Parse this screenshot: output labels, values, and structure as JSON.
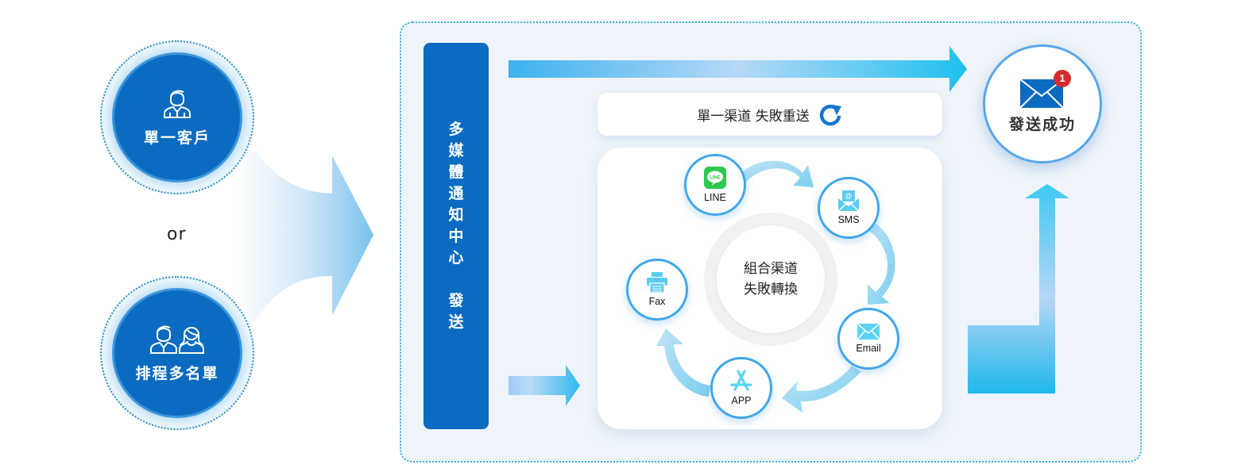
{
  "sources": {
    "single": {
      "label": "單一客戶",
      "icon": "person-icon"
    },
    "separator": "or",
    "batch": {
      "label": "排程多名單",
      "icon": "people-icon"
    }
  },
  "hub_bar": {
    "lines": [
      "多",
      "媒",
      "體",
      "通",
      "知",
      "中",
      "心",
      "",
      "發",
      "送"
    ]
  },
  "retry_box": {
    "label": "單一渠道 失敗重送",
    "icon": "refresh-icon"
  },
  "cycle": {
    "center_lines": [
      "組合渠道",
      "失敗轉換"
    ],
    "channels": [
      {
        "label": "LINE",
        "icon": "line-icon"
      },
      {
        "label": "SMS",
        "icon": "sms-mail-icon"
      },
      {
        "label": "Email",
        "icon": "email-icon"
      },
      {
        "label": "APP",
        "icon": "app-store-icon"
      },
      {
        "label": "Fax",
        "icon": "fax-icon"
      }
    ]
  },
  "success": {
    "label": "發送成功",
    "badge_count": "1",
    "icon": "envelope-icon"
  },
  "colors": {
    "primary_blue": "#0a6bc1",
    "accent_cyan": "#1fb8ec",
    "light_blue": "#b8d9f5",
    "panel_bg": "#eef4f9",
    "badge_red": "#d32b2b",
    "line_green": "#2cc84f"
  }
}
